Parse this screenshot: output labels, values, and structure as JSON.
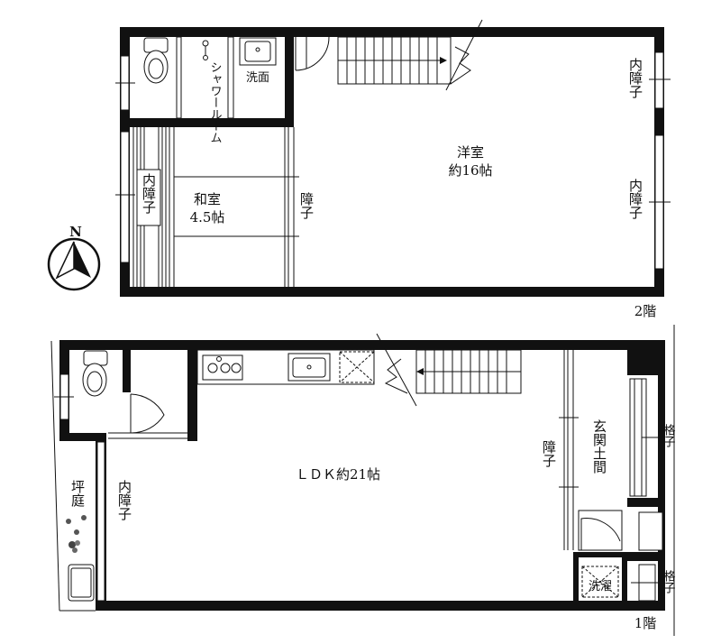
{
  "floor2": {
    "floor_label": "2階",
    "western_room": {
      "name": "洋室",
      "size": "約16帖"
    },
    "japanese_room": {
      "name": "和室",
      "size": "4.5帖"
    },
    "shower_room": "シャワールーム",
    "washbasin": "洗面",
    "inner_shoji_left": "内障子",
    "inner_shoji_right_top": "内障子",
    "inner_shoji_right_bottom": "内障子",
    "shoji_middle": "障子"
  },
  "floor1": {
    "floor_label": "1階",
    "ldk": "ＬＤＫ約21帖",
    "entrance": "玄関土間",
    "courtyard": "坪庭",
    "inner_shoji": "内障子",
    "shoji": "障子",
    "lattice_top": "格子",
    "lattice_bottom": "格子",
    "washer": "洗濯"
  },
  "compass": {
    "north": "N"
  }
}
